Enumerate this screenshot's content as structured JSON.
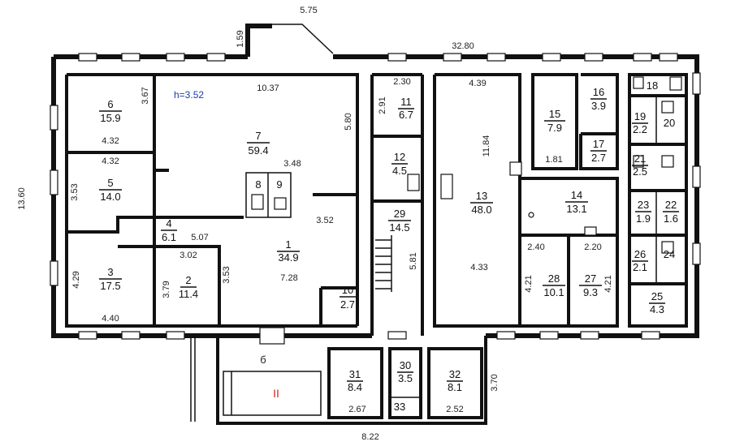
{
  "dimensions": {
    "top_stair": "5.75",
    "overall_width": "32.80",
    "overall_height": "13.60",
    "stair_depth": "1.59",
    "bottom_width": "8.22",
    "bottom_right": "3.70",
    "ceiling_height": "h=3.52"
  },
  "rooms": [
    {
      "id": "r6",
      "num": "6",
      "area": "15.9"
    },
    {
      "id": "r5",
      "num": "5",
      "area": "14.0"
    },
    {
      "id": "r3",
      "num": "3",
      "area": "17.5"
    },
    {
      "id": "r4",
      "num": "4",
      "area": "6.1"
    },
    {
      "id": "r2",
      "num": "2",
      "area": "11.4"
    },
    {
      "id": "r7",
      "num": "7",
      "area": "59.4"
    },
    {
      "id": "r8",
      "num": "8",
      "area": ""
    },
    {
      "id": "r9",
      "num": "9",
      "area": ""
    },
    {
      "id": "r1",
      "num": "1",
      "area": "34.9"
    },
    {
      "id": "r10",
      "num": "10",
      "area": "2.7"
    },
    {
      "id": "r11",
      "num": "11",
      "area": "6.7"
    },
    {
      "id": "r12",
      "num": "12",
      "area": "4.5"
    },
    {
      "id": "r29",
      "num": "29",
      "area": "14.5"
    },
    {
      "id": "r13",
      "num": "13",
      "area": "48.0"
    },
    {
      "id": "r15",
      "num": "15",
      "area": "7.9"
    },
    {
      "id": "r16",
      "num": "16",
      "area": "3.9"
    },
    {
      "id": "r17",
      "num": "17",
      "area": "2.7"
    },
    {
      "id": "r14",
      "num": "14",
      "area": "13.1"
    },
    {
      "id": "r28",
      "num": "28",
      "area": "10.1"
    },
    {
      "id": "r27",
      "num": "27",
      "area": "9.3"
    },
    {
      "id": "r18",
      "num": "18",
      "area": ""
    },
    {
      "id": "r19",
      "num": "19",
      "area": "2.2"
    },
    {
      "id": "r20",
      "num": "20",
      "area": ""
    },
    {
      "id": "r21",
      "num": "21",
      "area": "2.5"
    },
    {
      "id": "r23",
      "num": "23",
      "area": "1.9"
    },
    {
      "id": "r22",
      "num": "22",
      "area": "1.6"
    },
    {
      "id": "r26",
      "num": "26",
      "area": "2.1"
    },
    {
      "id": "r24",
      "num": "24",
      "area": ""
    },
    {
      "id": "r25",
      "num": "25",
      "area": "4.3"
    },
    {
      "id": "r31",
      "num": "31",
      "area": "8.4"
    },
    {
      "id": "r30",
      "num": "30",
      "area": "3.5"
    },
    {
      "id": "r32",
      "num": "32",
      "area": "8.1"
    },
    {
      "id": "r33",
      "num": "33",
      "area": ""
    }
  ],
  "room_dims": {
    "r6_h": "3.67",
    "r6_w": "4.32",
    "r5_w": "4.32",
    "r5_h": "3.53",
    "r3_h": "4.29",
    "r3_w": "4.40",
    "r4_w": "5.07",
    "r2_w": "3.02",
    "r2_h": "3.79",
    "r2_h2": "3.53",
    "r7_w": "10.37",
    "r7_h": "5.80",
    "r7_w2": "3.48",
    "r1_h": "3.52",
    "r1_w": "7.28",
    "r11_w": "2.30",
    "r11_h": "2.91",
    "r29_h": "5.81",
    "r13_w": "4.39",
    "r13_h": "11.84",
    "r13_w2": "4.33",
    "r15_w": "1.81",
    "r28_w": "2.40",
    "r28_h": "4.21",
    "r27_w": "2.20",
    "r27_h": "4.21",
    "r31_w": "2.67",
    "r32_w": "2.52"
  },
  "zones": {
    "vestibule_b": "б",
    "entrance_roman": "II"
  }
}
